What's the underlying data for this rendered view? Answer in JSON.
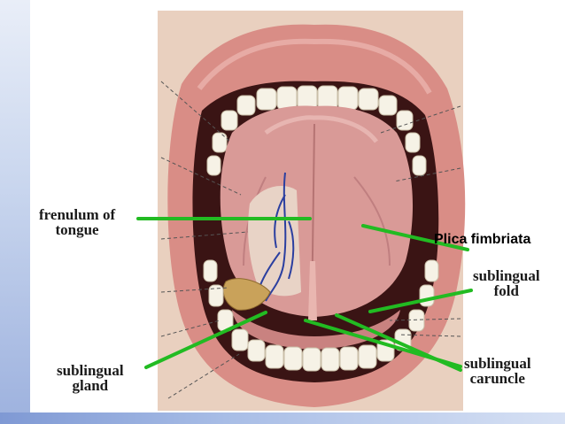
{
  "labels": {
    "frenulum": [
      "frenulum of",
      "tongue"
    ],
    "plica": "Plica fimbriata",
    "fold": [
      "sublingual",
      "fold"
    ],
    "gland": [
      "sublingual",
      "gland"
    ],
    "caruncle": [
      "sublingual",
      "caruncle"
    ]
  },
  "colors": {
    "leader_line": "#22bb22",
    "lips": "#d98d86",
    "tongue": "#d99a97",
    "teeth": "#f6f2e6",
    "mouth_cavity": "#3a1414",
    "veins": "#2b3fa0",
    "gland": "#c9a25a",
    "frame_blue": "#9fb3df"
  }
}
